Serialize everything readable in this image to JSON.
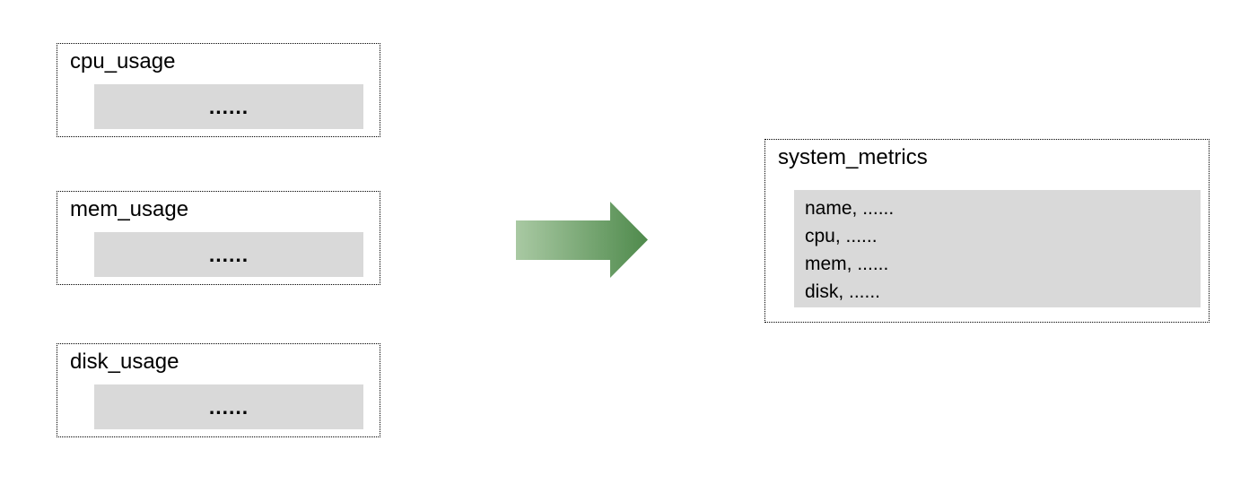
{
  "diagram": {
    "source_tables": [
      {
        "title": "cpu_usage",
        "rows_placeholder": "......"
      },
      {
        "title": "mem_usage",
        "rows_placeholder": "......"
      },
      {
        "title": "disk_usage",
        "rows_placeholder": "......"
      }
    ],
    "arrow": {
      "direction": "right",
      "gradient_start": "#a9c9a3",
      "gradient_end": "#4f8a4c"
    },
    "result_table": {
      "title": "system_metrics",
      "rows": [
        "name, ......",
        "cpu, ......",
        "mem, ......",
        "disk, ......"
      ]
    },
    "colors": {
      "bar_fill": "#d9d9d9",
      "border": "#000000",
      "background": "#ffffff",
      "text": "#000000"
    }
  }
}
